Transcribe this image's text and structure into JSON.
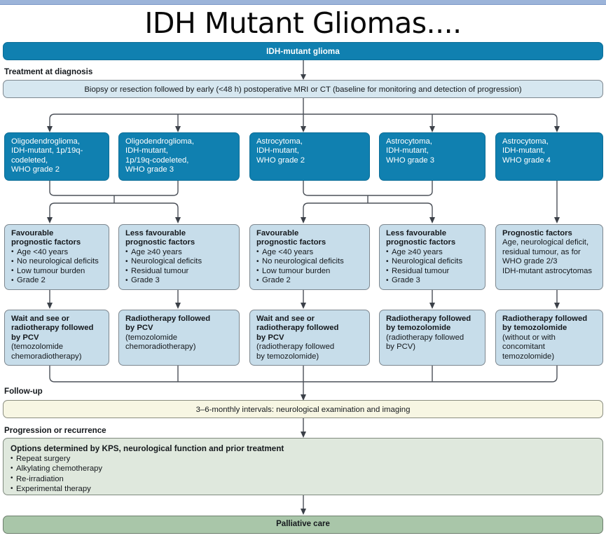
{
  "slide": {
    "title": "IDH Mutant Gliomas...."
  },
  "top_banner": {
    "label": "IDH-mutant glioma"
  },
  "sections": {
    "treatment_at_diagnosis": "Treatment at diagnosis",
    "follow_up": "Follow-up",
    "progression_or_recurrence": "Progression or recurrence"
  },
  "biopsy": {
    "label": "Biopsy or resection followed by early (<48 h)  postoperative MRI or CT (baseline for monitoring and detection of progression)"
  },
  "diagnoses": [
    {
      "name": "oligodendroglioma-grade-2",
      "lines": [
        "Oligodendroglioma,",
        "IDH-mutant, 1p/19q-",
        "codeleted,",
        "WHO grade 2"
      ]
    },
    {
      "name": "oligodendroglioma-grade-3",
      "lines": [
        "Oligodendroglioma,",
        "IDH-mutant,",
        "1p/19q-codeleted,",
        "WHO grade 3"
      ]
    },
    {
      "name": "astrocytoma-grade-2",
      "lines": [
        "Astrocytoma,",
        "IDH-mutant,",
        "WHO grade 2"
      ]
    },
    {
      "name": "astrocytoma-grade-3",
      "lines": [
        "Astrocytoma,",
        "IDH-mutant,",
        "WHO grade 3"
      ]
    },
    {
      "name": "astrocytoma-grade-4",
      "lines": [
        "Astrocytoma,",
        "IDH-mutant,",
        "WHO grade 4"
      ]
    }
  ],
  "prognostic": [
    {
      "name": "favourable-oligo",
      "heading": [
        "Favourable",
        "prognostic factors"
      ],
      "bullets": [
        "Age <40 years",
        "No neurological deficits",
        "Low tumour burden",
        "Grade 2"
      ]
    },
    {
      "name": "less-favourable-oligo",
      "heading": [
        "Less favourable",
        "prognostic factors"
      ],
      "bullets": [
        "Age ≥40 years",
        "Neurological deficits",
        "Residual tumour",
        "Grade 3"
      ]
    },
    {
      "name": "favourable-astro",
      "heading": [
        "Favourable",
        "prognostic factors"
      ],
      "bullets": [
        "Age <40 years",
        "No neurological deficits",
        "Low tumour burden",
        "Grade 2"
      ]
    },
    {
      "name": "less-favourable-astro",
      "heading": [
        "Less favourable",
        "prognostic factors"
      ],
      "bullets": [
        "Age ≥40 years",
        "Neurological deficits",
        "Residual tumour",
        "Grade 3"
      ]
    },
    {
      "name": "prognostic-factors-grade4",
      "heading": [
        "Prognostic factors"
      ],
      "body": [
        "Age, neurological deficit,",
        "residual tumour, as for",
        "WHO grade 2/3",
        "IDH-mutant astrocytomas"
      ]
    }
  ],
  "treatments": [
    {
      "name": "wait-and-see-or-rt-pcv-1",
      "bold": [
        "Wait and see or",
        "radiotherapy followed",
        "by PCV"
      ],
      "normal": [
        "(temozolomide",
        "chemoradiotherapy)"
      ]
    },
    {
      "name": "rt-followed-by-pcv",
      "bold": [
        "Radiotherapy followed",
        "by PCV"
      ],
      "normal": [
        "(temozolomide",
        "chemoradiotherapy)"
      ]
    },
    {
      "name": "wait-and-see-or-rt-pcv-2",
      "bold": [
        "Wait and see or",
        "radiotherapy followed",
        "by PCV"
      ],
      "normal": [
        "(radiotherapy followed",
        "by temozolomide)"
      ]
    },
    {
      "name": "rt-followed-by-tmz-1",
      "bold": [
        "Radiotherapy followed",
        "by temozolomide"
      ],
      "normal": [
        "(radiotherapy followed",
        "by PCV)"
      ]
    },
    {
      "name": "rt-followed-by-tmz-2",
      "bold": [
        "Radiotherapy followed",
        "by temozolomide"
      ],
      "normal": [
        "(without or with",
        " concomitant",
        "temozolomide)"
      ]
    }
  ],
  "follow_up_box": {
    "label": "3–6-monthly intervals: neurological examination and imaging"
  },
  "progression_box": {
    "heading": "Options determined by KPS, neurological function and prior treatment",
    "bullets": [
      "Repeat surgery",
      "Alkylating chemotherapy",
      "Re-irradiation",
      "Experimental therapy"
    ]
  },
  "palliative": {
    "label": "Palliative care"
  },
  "colors": {
    "banner_blue": "#1080b0",
    "pale_blue": "#c7ddea",
    "cream": "#f7f6e3",
    "green_light": "#dfe8dd",
    "green_dark": "#a9c6a9",
    "connector": "#4b5058",
    "slide_strip": "#9cb4d9"
  }
}
